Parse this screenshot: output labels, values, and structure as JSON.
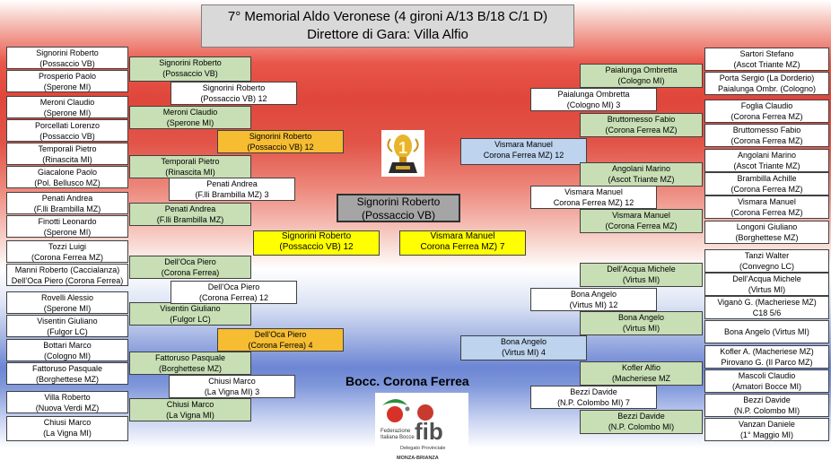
{
  "title": {
    "line1": "7° Memorial Aldo  Veronese (4 gironi A/13 B/18 C/1 D)",
    "line2": "Direttore di Gara: Villa Alfio"
  },
  "club": "Bocc. Corona Ferrea",
  "logo": {
    "brand": "fib",
    "sub1": "Federazione",
    "sub2": "Italiana Bocce",
    "sub3": "Delegato Provinciale",
    "sub4": "MONZA-BRIANZA"
  },
  "final": {
    "winner": {
      "l1": "Signorini Roberto",
      "l2": "(Possaccio VB)"
    }
  },
  "semis": {
    "left": {
      "l1": "Signorini Roberto",
      "l2": "(Possaccio VB)    12"
    },
    "right": {
      "l1": "Vismara Manuel",
      "l2": "Corona Ferrea MZ)    7"
    }
  },
  "left_r1": [
    [
      "Signorini Roberto",
      "(Possaccio VB)"
    ],
    [
      "Prosperio Paolo",
      "(Sperone MI)"
    ],
    [
      "Meroni Claudio",
      "(Sperone MI)"
    ],
    [
      "Porcellati Lorenzo",
      "(Possaccio VB)"
    ],
    [
      "Temporali Pietro",
      "(Rinascita MI)"
    ],
    [
      "Giacalone Paolo",
      "(Pol. Bellusco MZ)"
    ],
    [
      "Penati Andrea",
      "(F.lli Brambilla MZ)"
    ],
    [
      "Finotti Leonardo",
      "(Sperone MI)"
    ],
    [
      "Tozzi Luigi",
      "(Corona Ferrea MZ)"
    ],
    [
      "Manni Roberto (Caccialanza)",
      "Dell’Oca Piero (Corona Ferrea)"
    ],
    [
      "Rovelli Alessio",
      "(Sperone MI)"
    ],
    [
      "Visentin Giuliano",
      "(Fulgor LC)"
    ],
    [
      "Bottari Marco",
      "(Cologno MI)"
    ],
    [
      "Fattoruso Pasquale",
      "(Borghettese MZ)"
    ],
    [
      "Villa Roberto",
      "(Nuova Verdi MZ)"
    ],
    [
      "Chiusi Marco",
      "(La Vigna MI)"
    ]
  ],
  "left_r2": [
    [
      "Signorini Roberto",
      "(Possaccio VB)"
    ],
    [
      "Meroni Claudio",
      "(Sperone MI)"
    ],
    [
      "Temporali Pietro",
      "(Rinascita MI)"
    ],
    [
      "Penati Andrea",
      "(F.lli Brambilla MZ)"
    ],
    [
      "Dell’Oca Piero",
      "(Corona Ferrea)"
    ],
    [
      "Visentin Giuliano",
      "(Fulgor LC)"
    ],
    [
      "Fattoruso Pasquale",
      "(Borghettese MZ)"
    ],
    [
      "Chiusi Marco",
      "(La Vigna MI)"
    ]
  ],
  "left_r3": [
    [
      "Signorini Roberto",
      "(Possaccio VB)    12"
    ],
    [
      "Penati Andrea",
      "(F.lli Brambilla MZ)    3"
    ],
    [
      "Dell’Oca Piero",
      "(Corona Ferrea)    12"
    ],
    [
      "Chiusi Marco",
      "(La Vigna MI)    3"
    ]
  ],
  "left_r4": [
    [
      "Signorini Roberto",
      "(Possaccio VB)    12"
    ],
    [
      "Dell’Oca Piero",
      "(Corona Ferrea)    4"
    ]
  ],
  "right_r1": [
    [
      "Sartori Stefano",
      "(Ascot Triante MZ)"
    ],
    [
      "Porta Sergio (La Dorderio)",
      "Paialunga Ombr. (Cologno)"
    ],
    [
      "Foglia Claudio",
      "(Corona Ferrea MZ)"
    ],
    [
      "Bruttomesso Fabio",
      "(Corona Ferrea MZ)"
    ],
    [
      "Angolani Marino",
      "(Ascot Triante MZ)"
    ],
    [
      "Brambilla Achille",
      "(Corona Ferrea MZ)"
    ],
    [
      "Vismara Manuel",
      "(Corona Ferrea MZ)"
    ],
    [
      "Longoni Giuliano",
      "(Borghettese MZ)"
    ],
    [
      "Tanzi Walter",
      "(Convegno LC)"
    ],
    [
      "Dell’Acqua Michele",
      "(Virtus MI)"
    ],
    [
      "Viganò G. (Macheriese MZ)",
      "C18 5/6"
    ],
    [
      "Bona Angelo (Virtus MI)",
      ""
    ],
    [
      "Kofler A. (Macheriese MZ)",
      "Pirovano G. (Il Parco MZ)"
    ],
    [
      "Mascoli Claudio",
      "(Amatori Bocce MI)"
    ],
    [
      "Bezzi Davide",
      "(N.P. Colombo MI)"
    ],
    [
      "Vanzan Daniele",
      "(1° Maggio MI)"
    ]
  ],
  "right_r2": [
    [
      "Paialunga Ombretta",
      "(Cologno MI)"
    ],
    [
      "Bruttomesso Fabio",
      "(Corona Ferrea MZ)"
    ],
    [
      "Angolani Marino",
      "(Ascot Triante MZ)"
    ],
    [
      "Vismara Manuel",
      "(Corona Ferrea MZ)"
    ],
    [
      "Dell’Acqua Michele",
      "(Virtus MI)"
    ],
    [
      "Bona Angelo",
      "(Virtus MI)"
    ],
    [
      "Kofler Alfio",
      "(Macheriese MZ"
    ],
    [
      "Bezzi Davide",
      "(N.P. Colombo MI)"
    ]
  ],
  "right_r3": [
    [
      "Paialunga Ombretta",
      "(Cologno MI)    3"
    ],
    [
      "Vismara Manuel",
      "Corona Ferrea MZ)    12"
    ],
    [
      "Bona Angelo",
      "(Virtus MI)    12"
    ],
    [
      "Bezzi Davide",
      "(N.P. Colombo MI)    7"
    ]
  ],
  "right_r4": [
    [
      "Vismara Manuel",
      "Corona Ferrea MZ)    12"
    ],
    [
      "Bona Angelo",
      "(Virtus MI)    4"
    ]
  ]
}
